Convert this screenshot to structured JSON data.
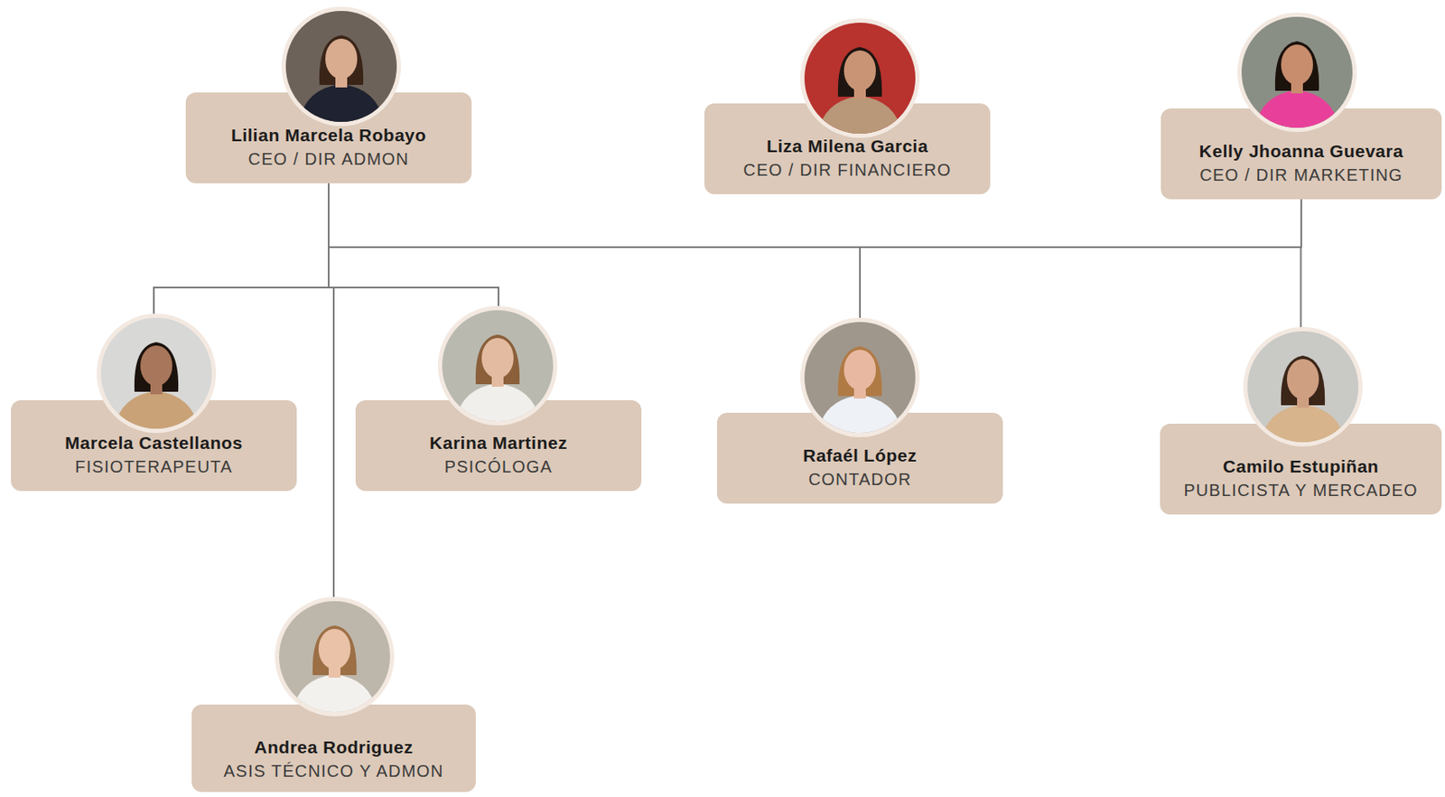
{
  "diagram": {
    "nodes": [
      {
        "text": [
          "Lilian Marcela Robayo",
          "CEO / DIR ADMON"
        ]
      },
      {
        "text": [
          "Liza Milena Garcia",
          "CEO / DIR FINANCIERO"
        ]
      },
      {
        "text": [
          "Kelly Jhoanna Guevara",
          "CEO / DIR MARKETING"
        ]
      },
      {
        "text": [
          "Marcela Castellanos",
          "FISIOTERAPEUTA"
        ]
      },
      {
        "text": [
          "Karina Martinez",
          "PSICÓLOGA"
        ]
      },
      {
        "text": [
          "Rafaél López",
          "CONTADOR"
        ]
      },
      {
        "text": [
          "Camilo Estupiñan",
          "PUBLICISTA Y MERCADEO"
        ]
      },
      {
        "text": [
          "Andrea Rodriguez",
          "ASIS TÉCNICO Y ADMON"
        ]
      }
    ],
    "edges": [
      {
        "from": 0,
        "to": 3,
        "arrow": "none"
      },
      {
        "from": 0,
        "to": 4,
        "arrow": "none"
      },
      {
        "from": 0,
        "to": 7,
        "arrow": "none"
      },
      {
        "from": 0,
        "to": 5,
        "arrow": "none"
      },
      {
        "from": 2,
        "to": 5,
        "arrow": "none"
      },
      {
        "from": 2,
        "to": 6,
        "arrow": "none"
      }
    ]
  }
}
